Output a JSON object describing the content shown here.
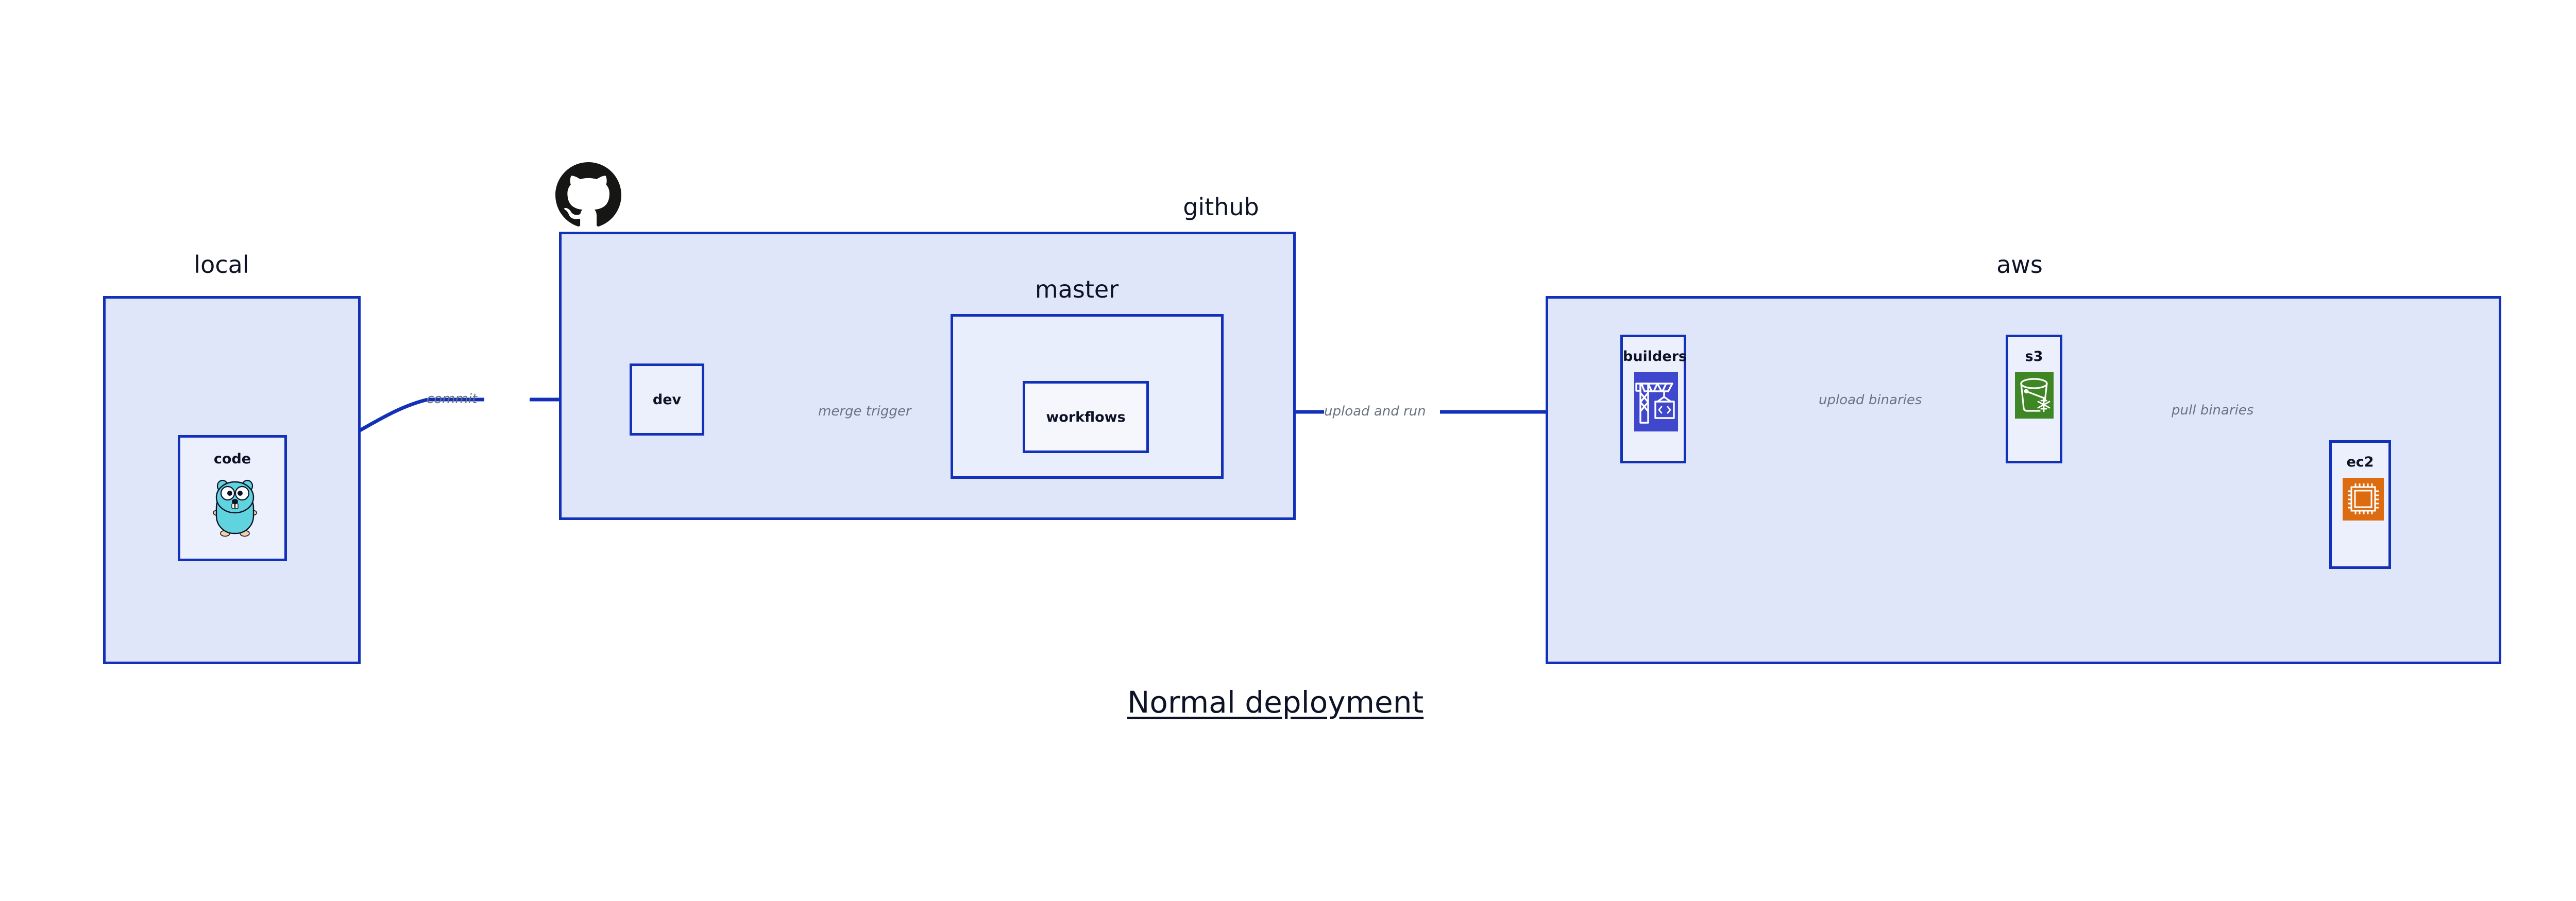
{
  "diagram": {
    "title": "Normal deployment",
    "palette": {
      "border": "#1231B8",
      "group_fill": "#E0E6FA",
      "group_fill_level2": "#E9EEFC",
      "node_fill": "#EBF0FC",
      "node_fill_white": "#F5F7FD",
      "edge_stroke": "#1231B8",
      "edge_label_color": "#6B7280",
      "text_color": "#0D1226",
      "codebuild_icon": "#3F48CC",
      "s3_icon": "#3F8624",
      "ec2_icon": "#DD6B10",
      "gopher_body": "#5FD3DE",
      "github_mark": "#161614"
    }
  },
  "groups": {
    "local": {
      "label": "local"
    },
    "github": {
      "label": "github"
    },
    "master": {
      "label": "master"
    },
    "aws": {
      "label": "aws"
    }
  },
  "nodes": {
    "code": {
      "label": "code",
      "icon": "go-gopher-icon"
    },
    "dev": {
      "label": "dev",
      "icon": null
    },
    "workflows": {
      "label": "workflows",
      "icon": null
    },
    "builders": {
      "label": "builders",
      "icon": "aws-codebuild-icon"
    },
    "s3": {
      "label": "s3",
      "icon": "aws-s3-bucket-icon"
    },
    "ec2": {
      "label": "ec2",
      "icon": "aws-ec2-chip-icon"
    }
  },
  "edges": [
    {
      "id": "commit",
      "label": "commit",
      "from": "code",
      "to": "dev"
    },
    {
      "id": "merge-trigger",
      "label": "merge trigger",
      "from": "dev",
      "to": "workflows"
    },
    {
      "id": "upload-and-run",
      "label": "upload and run",
      "from": "workflows",
      "to": "builders"
    },
    {
      "id": "upload-binaries",
      "label": "upload binaries",
      "from": "builders",
      "to": "s3"
    },
    {
      "id": "pull-binaries",
      "label": "pull binaries",
      "from": "s3",
      "to": "ec2"
    }
  ],
  "icons": {
    "github_mark": "github-octocat-icon"
  }
}
